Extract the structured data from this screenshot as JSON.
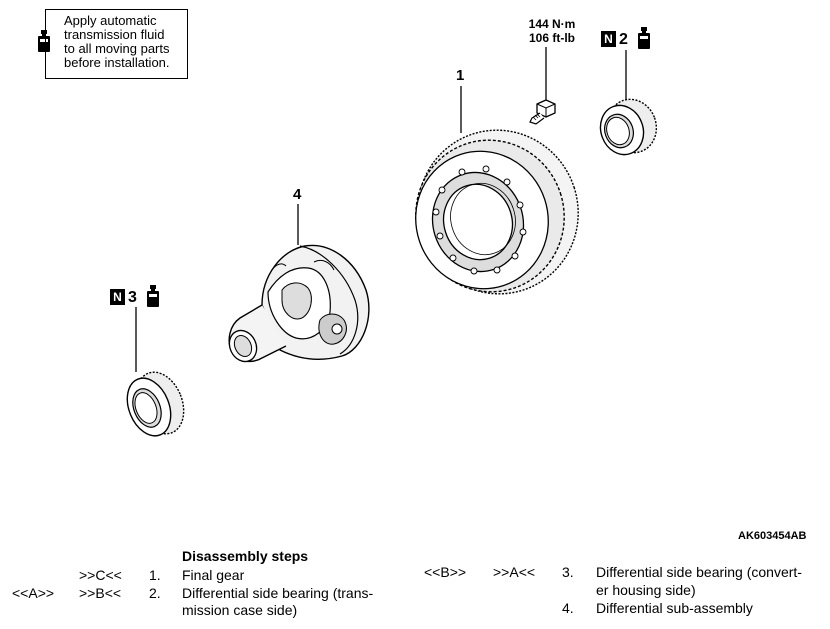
{
  "note": {
    "lines": [
      "Apply automatic",
      "transmission fluid",
      "to all moving parts",
      "before installation."
    ]
  },
  "torque": {
    "line1": "144 N·m",
    "line2": "106 ft-lb"
  },
  "callouts": {
    "c1": "1",
    "c2": "2",
    "c3": "3",
    "c4": "4"
  },
  "part_codes": {
    "n2_symbol": "N",
    "n2_num": "2",
    "n3_symbol": "N",
    "n3_num": "3"
  },
  "reference_code": "AK603454AB",
  "steps": {
    "heading": "Disassembly steps",
    "items": [
      {
        "marks_left": "",
        "marks_right": ">>C<<",
        "num": "1.",
        "text_lines": [
          "Final gear"
        ]
      },
      {
        "marks_left": "<<A>>",
        "marks_right": ">>B<<",
        "num": "2.",
        "text_lines": [
          "Differential side bearing (trans-",
          "mission case side)"
        ]
      },
      {
        "marks_left": "<<B>>",
        "marks_right": ">>A<<",
        "num": "3.",
        "text_lines": [
          "Differential side bearing (convert-",
          "er housing side)"
        ]
      },
      {
        "marks_left": "",
        "marks_right": "",
        "num": "4.",
        "text_lines": [
          "Differential sub-assembly"
        ]
      }
    ]
  },
  "icons": [
    "fluid-bottle-icon"
  ]
}
